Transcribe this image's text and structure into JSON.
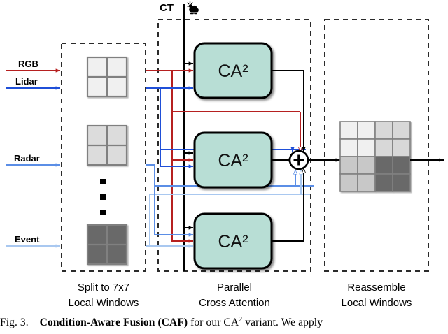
{
  "figure": {
    "caption_prefix": "Fig. 3.",
    "caption_bold": "Condition-Aware Fusion (CAF)",
    "caption_mid": "for our CA",
    "caption_sup": "2",
    "caption_tail": "variant. We apply"
  },
  "inputs": [
    {
      "label": "RGB",
      "color": "#b62020",
      "name": "rgb"
    },
    {
      "label": "Lidar",
      "color": "#1f4fd8",
      "name": "lidar"
    },
    {
      "label": "Radar",
      "color": "#5b8ee6",
      "name": "radar"
    },
    {
      "label": "Event",
      "color": "#a9c8f0",
      "name": "event"
    }
  ],
  "condition_token": {
    "label": "CT",
    "icon": "sun-behind-cloud-icon"
  },
  "stages": [
    {
      "title_line1": "Split to 7x7",
      "title_line2": "Local Windows",
      "name": "split"
    },
    {
      "title_line1": "Parallel",
      "title_line2": "Cross Attention",
      "name": "parallel"
    },
    {
      "title_line1": "Reassemble",
      "title_line2": "Local Windows",
      "name": "reassemble"
    }
  ],
  "blocks": [
    {
      "label": "CA²",
      "name": "ca2-block-top"
    },
    {
      "label": "CA²",
      "name": "ca2-block-middle"
    },
    {
      "label": "CA²",
      "name": "ca2-block-bottom"
    }
  ],
  "fusion": {
    "symbol": "+",
    "name": "summation-node"
  },
  "split_windows": [
    {
      "name": "window-grid-rgb",
      "fill": "#f0f0f0"
    },
    {
      "name": "window-grid-radar",
      "fill": "#dcdcdc"
    },
    {
      "name": "window-grid-event",
      "fill": "#696969"
    }
  ],
  "ellipsis": {
    "dots": 3,
    "name": "vertical-ellipsis"
  },
  "reassembled_grid": {
    "name": "reassembled-window-grid",
    "rows": 4,
    "cols": 4,
    "cells": [
      [
        "#f0f0f0",
        "#f0f0f0",
        "#d8d8d8",
        "#d8d8d8"
      ],
      [
        "#f0f0f0",
        "#f0f0f0",
        "#d8d8d8",
        "#d8d8d8"
      ],
      [
        "#c8c8c8",
        "#c8c8c8",
        "#696969",
        "#696969"
      ],
      [
        "#c8c8c8",
        "#c8c8c8",
        "#696969",
        "#696969"
      ]
    ]
  },
  "colors": {
    "block_fill": "#b8ded5",
    "block_stroke": "#000000",
    "dashed_box": "#2b2b2b",
    "flow_black": "#000000",
    "background": "#ffffff"
  }
}
